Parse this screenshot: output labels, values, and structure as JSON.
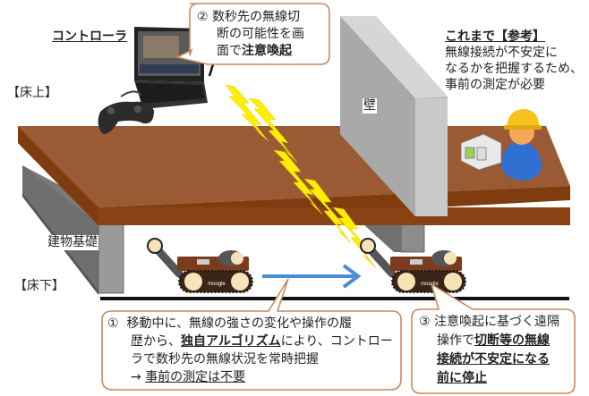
{
  "title": "無線状況予測による遠隔操作ロボットの停止",
  "labels": {
    "controller": "コントローラ",
    "floor_above": "【床上】",
    "floor_below": "【床下】",
    "wall": "壁",
    "foundation": "建物基礎"
  },
  "reference": {
    "heading": "これまで【参考】",
    "lines": [
      "無線接続が不安定に",
      "なるかを把握するため、",
      "事前の測定が必要"
    ]
  },
  "callout2": {
    "number": "②",
    "line1": "数秒先の無線切",
    "line2": "断の可能性を画",
    "line3_plain": "面で",
    "line3_bold": "注意喚起"
  },
  "callout1": {
    "number": "①",
    "line1": "移動中に、無線の強さの変化や操作の履",
    "line2_plain_a": "歴から、",
    "line2_bold": "独自アルゴリズム",
    "line2_plain_b": "により、コントロー",
    "line3": "ラで数秒先の無線状況を常時把握",
    "line4_arrow": "→ ",
    "line4_underlined": "事前の測定は不要"
  },
  "callout3": {
    "number": "③",
    "line1": "注意喚起に基づく遠隔",
    "line2_plain": "操作で",
    "line2_bold": "切断等の無線",
    "line3_bold": "接続が不安定になる",
    "line4_bold": "前に停止"
  },
  "robot_brand": "moogle",
  "colors": {
    "slab_top": "#9a5a33",
    "slab_front": "#7f3c0f",
    "foundation_dark": "#6e6e6e",
    "foundation_light": "#9a9a9a",
    "wall_front": "#bdbdbd",
    "wall_side": "#9e9e9e",
    "callout_border": "#c98a5b",
    "lightning": "#ffee00",
    "arrow": "#4a8fd6"
  }
}
